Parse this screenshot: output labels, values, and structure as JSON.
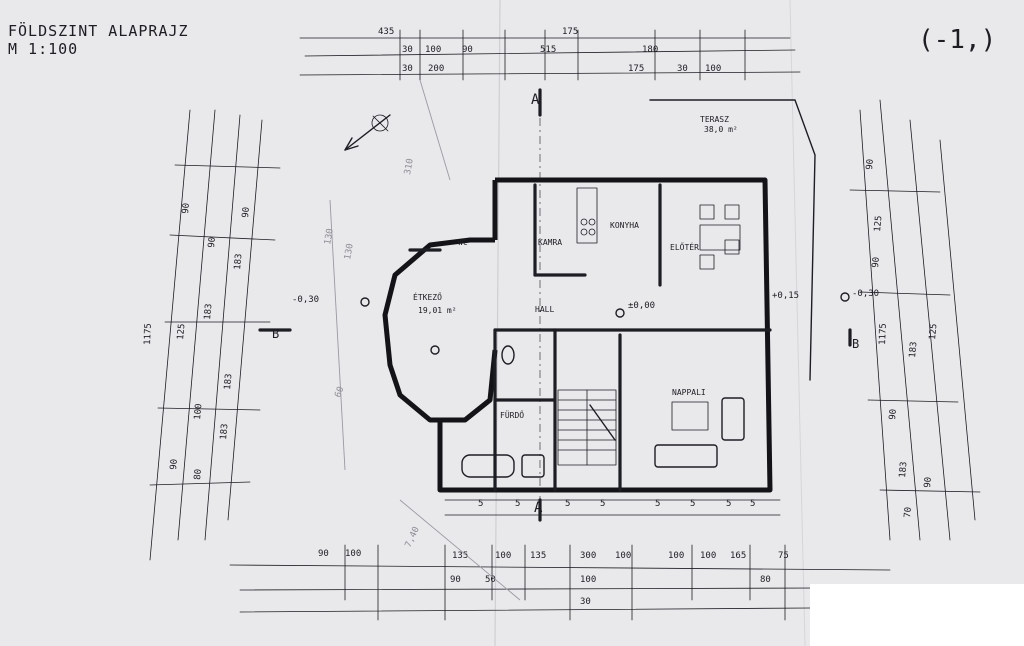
{
  "sheet": {
    "title_line1": "FÖLDSZINT ALAPRAJZ",
    "title_line2": "M 1:100",
    "corner_note": "(-1,)"
  },
  "rooms": {
    "terrace": {
      "name": "TERASZ",
      "area": "38,0 m²"
    },
    "living": {
      "name": "NAPPALI",
      "area": ""
    },
    "dining": {
      "name": "ÉTKEZŐ",
      "area": "19,01 m²"
    },
    "kitchen": {
      "name": "KONYHA",
      "area": ""
    },
    "pantry": {
      "name": "KAMRA",
      "area": ""
    },
    "entry": {
      "name": "ELŐTÉR",
      "area": ""
    },
    "hall": {
      "name": "HALL",
      "area": ""
    },
    "bath": {
      "name": "FÜRDŐ",
      "area": ""
    },
    "wc": {
      "name": "WC",
      "area": ""
    }
  },
  "levels": {
    "floor": "±0,00",
    "left": "-0,30",
    "right": "-0,30",
    "side": "+0,15"
  },
  "section_marks": {
    "top": "A",
    "bottom": "A",
    "left": "B",
    "right": "B"
  },
  "dimensions": {
    "top_row1": [
      "435",
      "30",
      "100",
      "90",
      "175",
      "180"
    ],
    "top_row2": [
      "30",
      "200",
      "515",
      "175",
      "30",
      "100"
    ],
    "bottom_row1": [
      "90",
      "100",
      "135",
      "100",
      "135",
      "300",
      "100",
      "100",
      "100",
      "165",
      "75"
    ],
    "bottom_row2": [
      "90",
      "50",
      "100",
      "80",
      "30"
    ],
    "left_outer": [
      "1175",
      "90",
      "125",
      "183",
      "183",
      "90",
      "80"
    ],
    "left_inner": [
      "90",
      "183",
      "90",
      "100",
      "183"
    ],
    "right_outer": [
      "1175",
      "90",
      "125",
      "183",
      "183",
      "70"
    ],
    "right_inner": [
      "90",
      "90",
      "125",
      "90"
    ],
    "interior": [
      "5",
      "5",
      "5",
      "5",
      "5",
      "5",
      "5",
      "5"
    ],
    "pencil_notes": [
      "130",
      "130",
      "60",
      "310",
      "7,40"
    ]
  },
  "colors": {
    "ink": "#1d1d24",
    "paper": "#e9e8ea",
    "pencil": "#9a9aa3"
  }
}
